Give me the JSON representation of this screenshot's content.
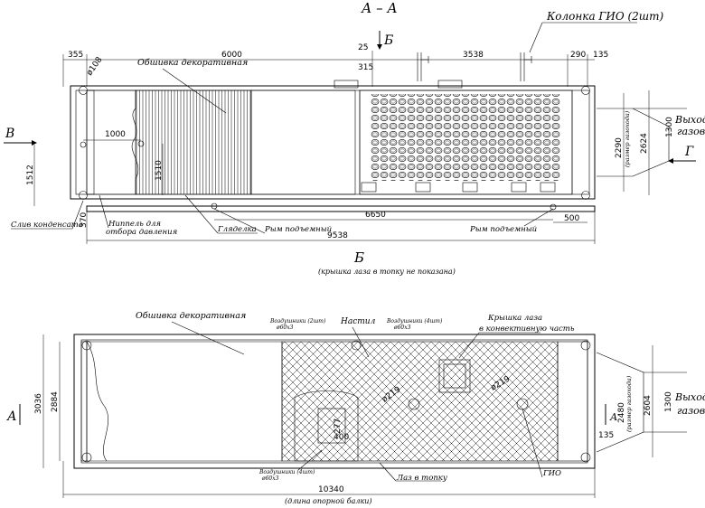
{
  "section_top": {
    "title": "А – А",
    "arrow_b": "Б",
    "arrow_v": "В",
    "arrow_g": "Г",
    "label_column": "Колонка ГИО (2шт)",
    "label_cladding": "Обшивка декоративная",
    "label_exit_1": "Выход",
    "label_exit_2": "газов",
    "label_drain": "Слив конденсата",
    "label_nipple_1": "Ниппель для",
    "label_nipple_2": "отбора давления",
    "label_peephole": "Гляделка",
    "label_lift_1": "Рым подъемный",
    "label_lift_2": "Рым подъемный",
    "dims": {
      "d355": "355",
      "d6000": "6000",
      "d25": "25",
      "d315": "315",
      "d3538": "3538",
      "d290": "290",
      "d135": "135",
      "d108": "ø108",
      "d1000": "1000",
      "d1510": "1510",
      "d1512": "1512",
      "d370": "370",
      "d6650": "6650",
      "d500": "500",
      "d9538": "9538",
      "d1300": "1300",
      "d2290": "2290",
      "d2290_note": "(размер газохода)",
      "d2624": "2624"
    }
  },
  "section_bottom": {
    "title": "Б",
    "subtitle": "(крышка лаза в топку не показана)",
    "arrow_a_left": "А",
    "arrow_a_right": "А",
    "label_cladding": "Обшивка декоративная",
    "label_vent_1": "Воздушники (2шт)",
    "label_vent_1b": "ø60х3",
    "label_floor": "Настил",
    "label_vent_2": "Воздушники (4шт)",
    "label_vent_2b": "ø60х3",
    "label_hatch_1": "Крышка лаза",
    "label_hatch_2": "в конвективную часть",
    "label_vent_3": "Воздушники (4шт)",
    "label_vent_3b": "ø60х3",
    "label_furnace_hatch": "Лаз в топку",
    "label_gio": "ГИО",
    "label_exit_1": "Выход",
    "label_exit_2": "газов",
    "dims": {
      "d3036": "3036",
      "d2884": "2884",
      "d219a": "ø219",
      "d219b": "ø219",
      "d277": "277",
      "d400": "400",
      "d2480": "2480",
      "d2480_note": "(размер газохода)",
      "d2604": "2604",
      "d1300": "1300",
      "d135": "135",
      "d10340": "10340",
      "d10340_note": "(длина опорной балки)"
    }
  }
}
